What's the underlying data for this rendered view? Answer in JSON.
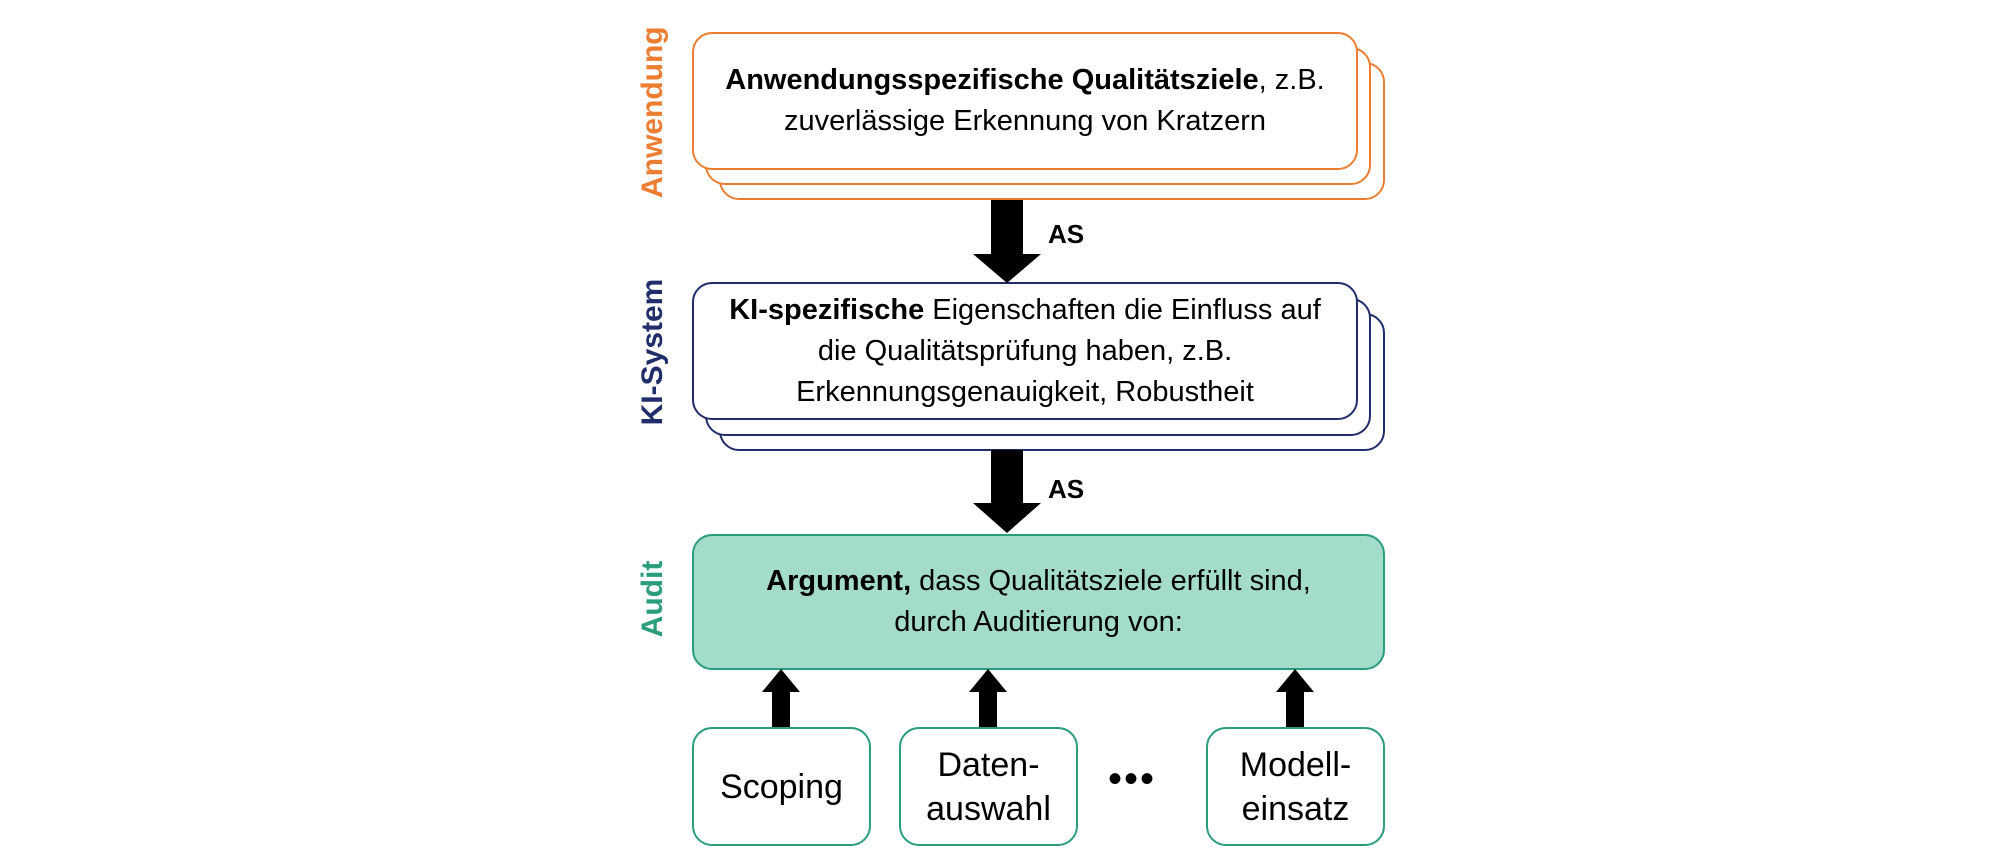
{
  "colors": {
    "anwendung": "#ED7D31",
    "ki_system": "#1F2D6B",
    "audit": "#2A9D7C",
    "audit_fill": "#A3DCCB"
  },
  "layers": {
    "anwendung": {
      "label": "Anwendung",
      "box_bold": "Anwendungsspezifische Qualitätsziele",
      "box_text_line1_rest": ", z.B.",
      "box_text_line2": "zuverlässige Erkennung von Kratzern"
    },
    "ki_system": {
      "label": "KI-System",
      "box_bold": "KI-spezifische",
      "box_text_line1_rest": " Eigenschaften die Einfluss auf",
      "box_text_line2": "die Qualitätsprüfung haben, z.B.",
      "box_text_line3": "Erkennungsgenauigkeit, Robustheit"
    },
    "audit": {
      "label": "Audit",
      "box_bold": "Argument,",
      "box_text_line1_rest": " dass Qualitätsziele erfüllt sind,",
      "box_text_line2": "durch Auditierung von:"
    }
  },
  "arrows": {
    "as_label_1": "AS",
    "as_label_2": "AS"
  },
  "audit_items": {
    "scoping": "Scoping",
    "datenauswahl_line1": "Daten-",
    "datenauswahl_line2": "auswahl",
    "ellipsis": "•••",
    "modelleinsatz_line1": "Modell-",
    "modelleinsatz_line2": "einsatz"
  }
}
